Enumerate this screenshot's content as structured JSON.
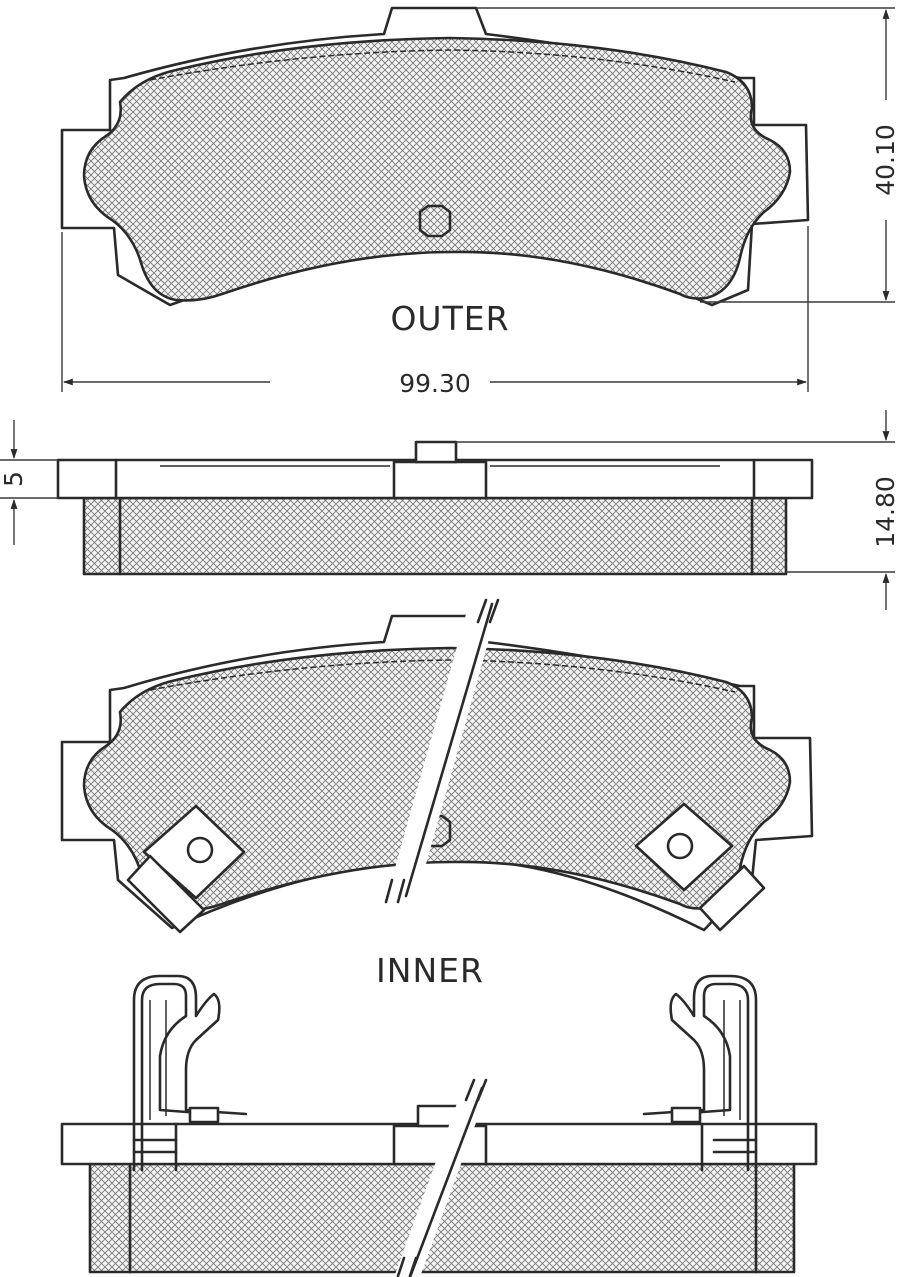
{
  "labels": {
    "outer": "OUTER",
    "inner": "INNER"
  },
  "dimensions": {
    "width": "99.30",
    "height": "40.10",
    "thickness": "14.80",
    "plate": "5"
  },
  "colors": {
    "line": "#2a2a2a",
    "background": "#ffffff"
  }
}
